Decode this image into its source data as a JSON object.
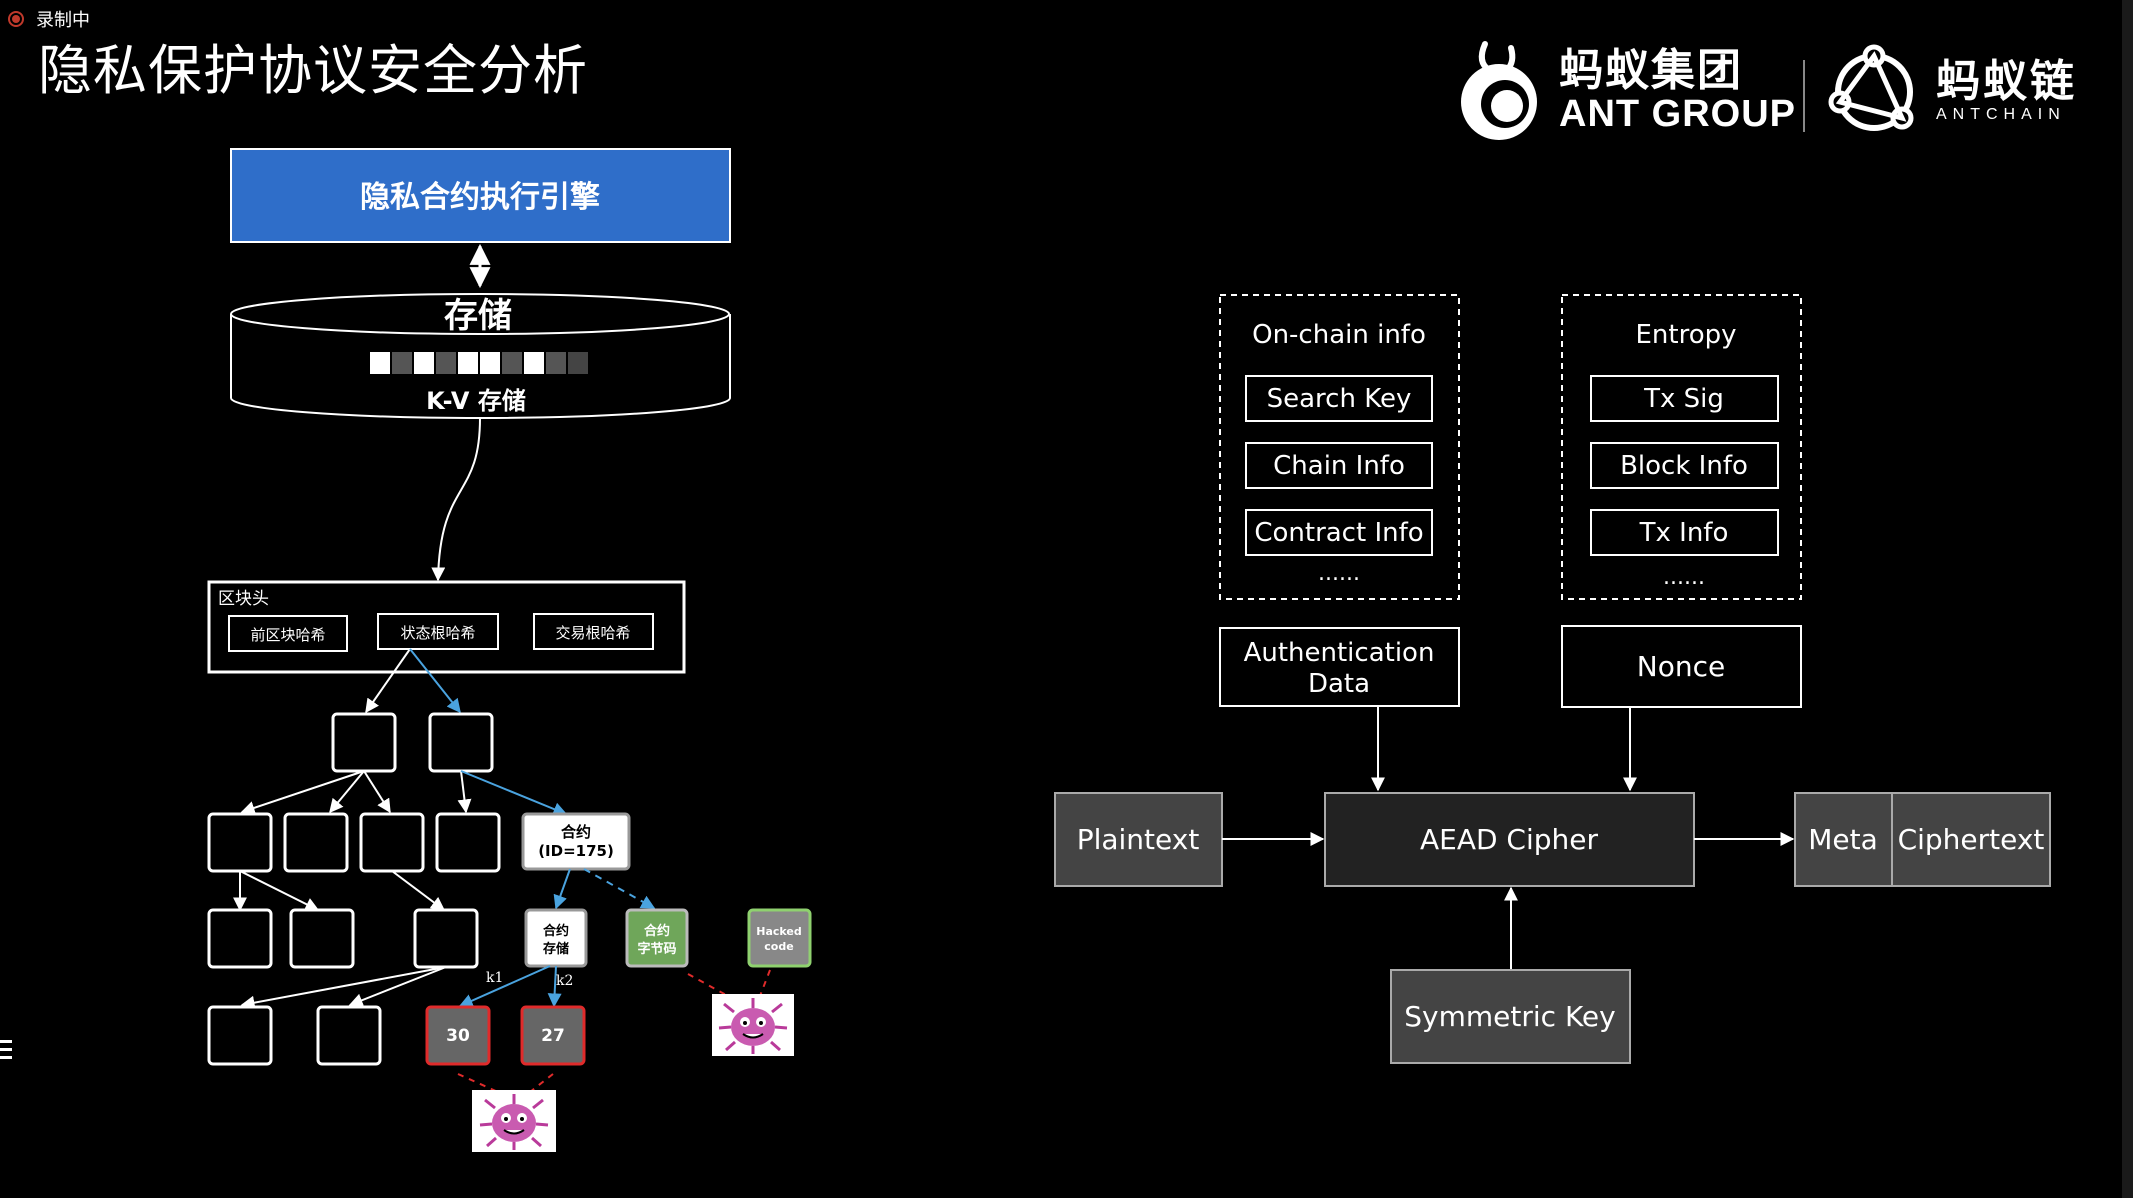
{
  "recording_label": "录制中",
  "slide_title": "隐私保护协议安全分析",
  "logos": {
    "ant_group_cn": "蚂蚁集团",
    "ant_group_en": "ANT GROUP",
    "antchain_cn": "蚂蚁链",
    "antchain_en": "ANTCHAIN"
  },
  "left_diagram": {
    "engine_label": "隐私合约执行引擎",
    "storage_label": "存储",
    "kv_label": "K-V 存储",
    "block_header": {
      "title": "区块头",
      "fields": [
        "前区块哈希",
        "状态根哈希",
        "交易根哈希"
      ]
    },
    "contract_node": "合约\n(ID=175)",
    "contract_storage": "合约\n存储",
    "contract_bytecode": "合约\n字节码",
    "hacked_code": "Hacked\ncode",
    "key_labels": [
      "k1",
      "k2"
    ],
    "leaf_values": [
      "30",
      "27"
    ]
  },
  "right_diagram": {
    "onchain_group": {
      "title": "On-chain info",
      "items": [
        "Search Key",
        "Chain Info",
        "Contract Info"
      ],
      "ellipsis": "......"
    },
    "entropy_group": {
      "title": "Entropy",
      "items": [
        "Tx Sig",
        "Block Info",
        "Tx Info"
      ],
      "ellipsis": "......"
    },
    "auth_data": "Authentication Data",
    "nonce": "Nonce",
    "plaintext": "Plaintext",
    "aead": "AEAD Cipher",
    "meta": "Meta",
    "ciphertext": "Ciphertext",
    "symmetric_key": "Symmetric Key"
  },
  "colors": {
    "engine_blue": "#2f6ec9",
    "accent_blue": "#4aa3df",
    "danger_red": "#e02b2b",
    "bytecode_green": "#6fa65a",
    "box_gray": "#444444",
    "aead_dark": "#222222"
  }
}
